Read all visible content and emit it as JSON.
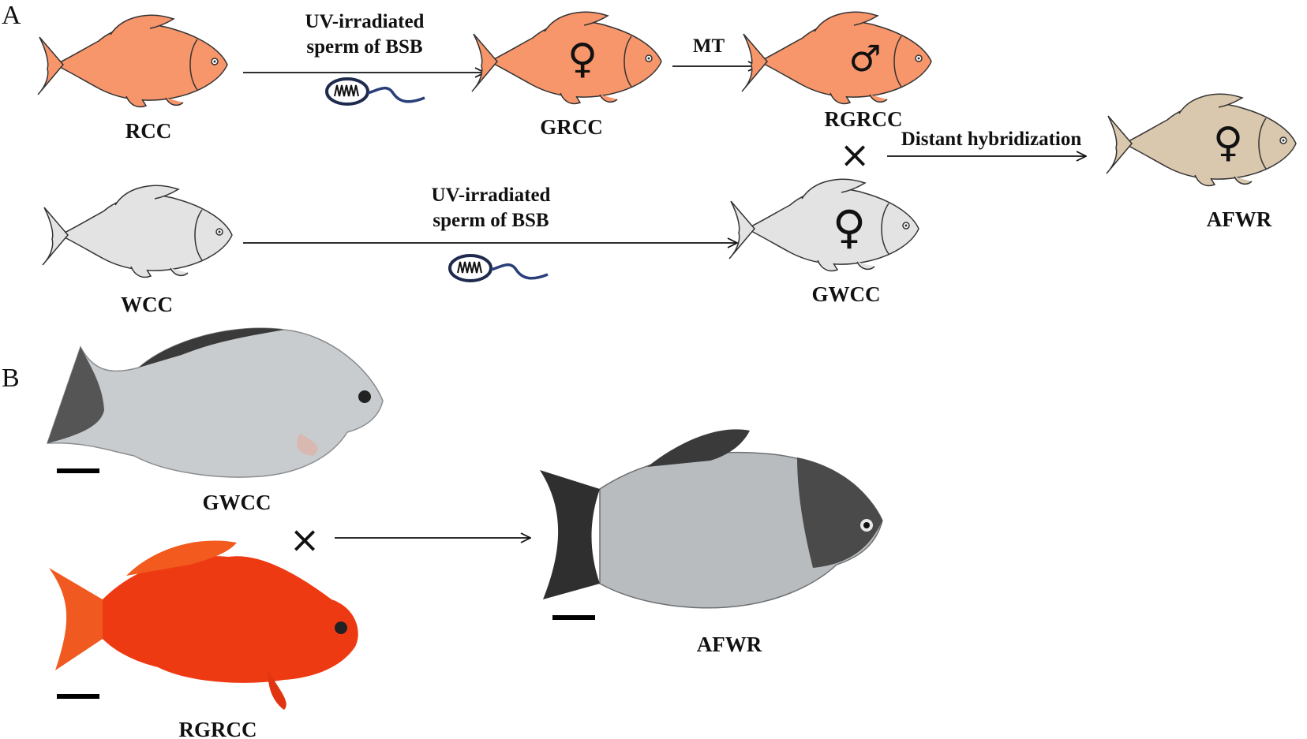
{
  "panels": {
    "a": "A",
    "b": "B"
  },
  "panel_a": {
    "rcc": "RCC",
    "grcc": "GRCC",
    "rgrcc": "RGRCC",
    "wcc": "WCC",
    "gwcc": "GWCC",
    "afwr": "AFWR",
    "arrow_top_1": "UV-irradiated",
    "arrow_top_2": "sperm of BSB",
    "arrow_mt": "MT",
    "arrow_bottom_1": "UV-irradiated",
    "arrow_bottom_2": "sperm of BSB",
    "arrow_hybrid": "Distant hybridization",
    "cross": "×",
    "female": "♀",
    "male": "♂"
  },
  "panel_b": {
    "gwcc": "GWCC",
    "rgrcc": "RGRCC",
    "afwr": "AFWR",
    "cross": "×"
  },
  "colors": {
    "orange_fish": "#F7956B",
    "grey_fish": "#E3E3E3",
    "tan_fish": "#D9C7AE",
    "sperm_head": "#1F2B4D",
    "sperm_tail": "#2A3F7A",
    "photo_red": "#EE3A12",
    "photo_silver": "#C9CCCE",
    "photo_dark": "#3A3A3A"
  }
}
